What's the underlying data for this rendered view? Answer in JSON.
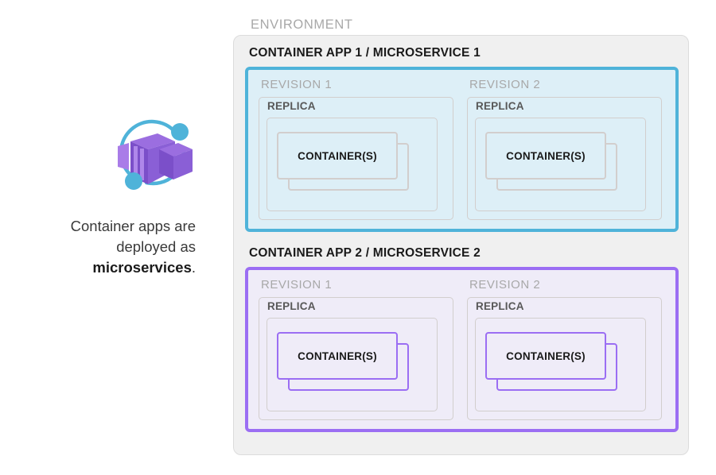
{
  "caption": {
    "line1": "Container apps are",
    "line2": "deployed as",
    "emphasis": "microservices",
    "period": "."
  },
  "icon": {
    "name": "azure-container-apps-icon",
    "box_color_light": "#a174e8",
    "box_color_mid": "#8a5fd6",
    "box_color_dark": "#7b4fc9",
    "arc_color": "#4fb3d9"
  },
  "environment": {
    "label": "ENVIRONMENT",
    "fill": "#f0f0f0",
    "border": "#dcdcdc"
  },
  "apps": [
    {
      "title": "CONTAINER APP 1 / MICROSERVICE 1",
      "theme": "blue",
      "accent": "#4fb3d9",
      "fill": "#ddeff7",
      "revisions": [
        {
          "label": "REVISION 1",
          "replica_label": "REPLICA",
          "container_label": "CONTAINER(S)"
        },
        {
          "label": "REVISION 2",
          "replica_label": "REPLICA",
          "container_label": "CONTAINER(S)"
        }
      ]
    },
    {
      "title": "CONTAINER APP 2 / MICROSERVICE 2",
      "theme": "purple",
      "accent": "#9b6ef3",
      "fill": "#efecf8",
      "revisions": [
        {
          "label": "REVISION 1",
          "replica_label": "REPLICA",
          "container_label": "CONTAINER(S)"
        },
        {
          "label": "REVISION 2",
          "replica_label": "REPLICA",
          "container_label": "CONTAINER(S)"
        }
      ]
    }
  ]
}
